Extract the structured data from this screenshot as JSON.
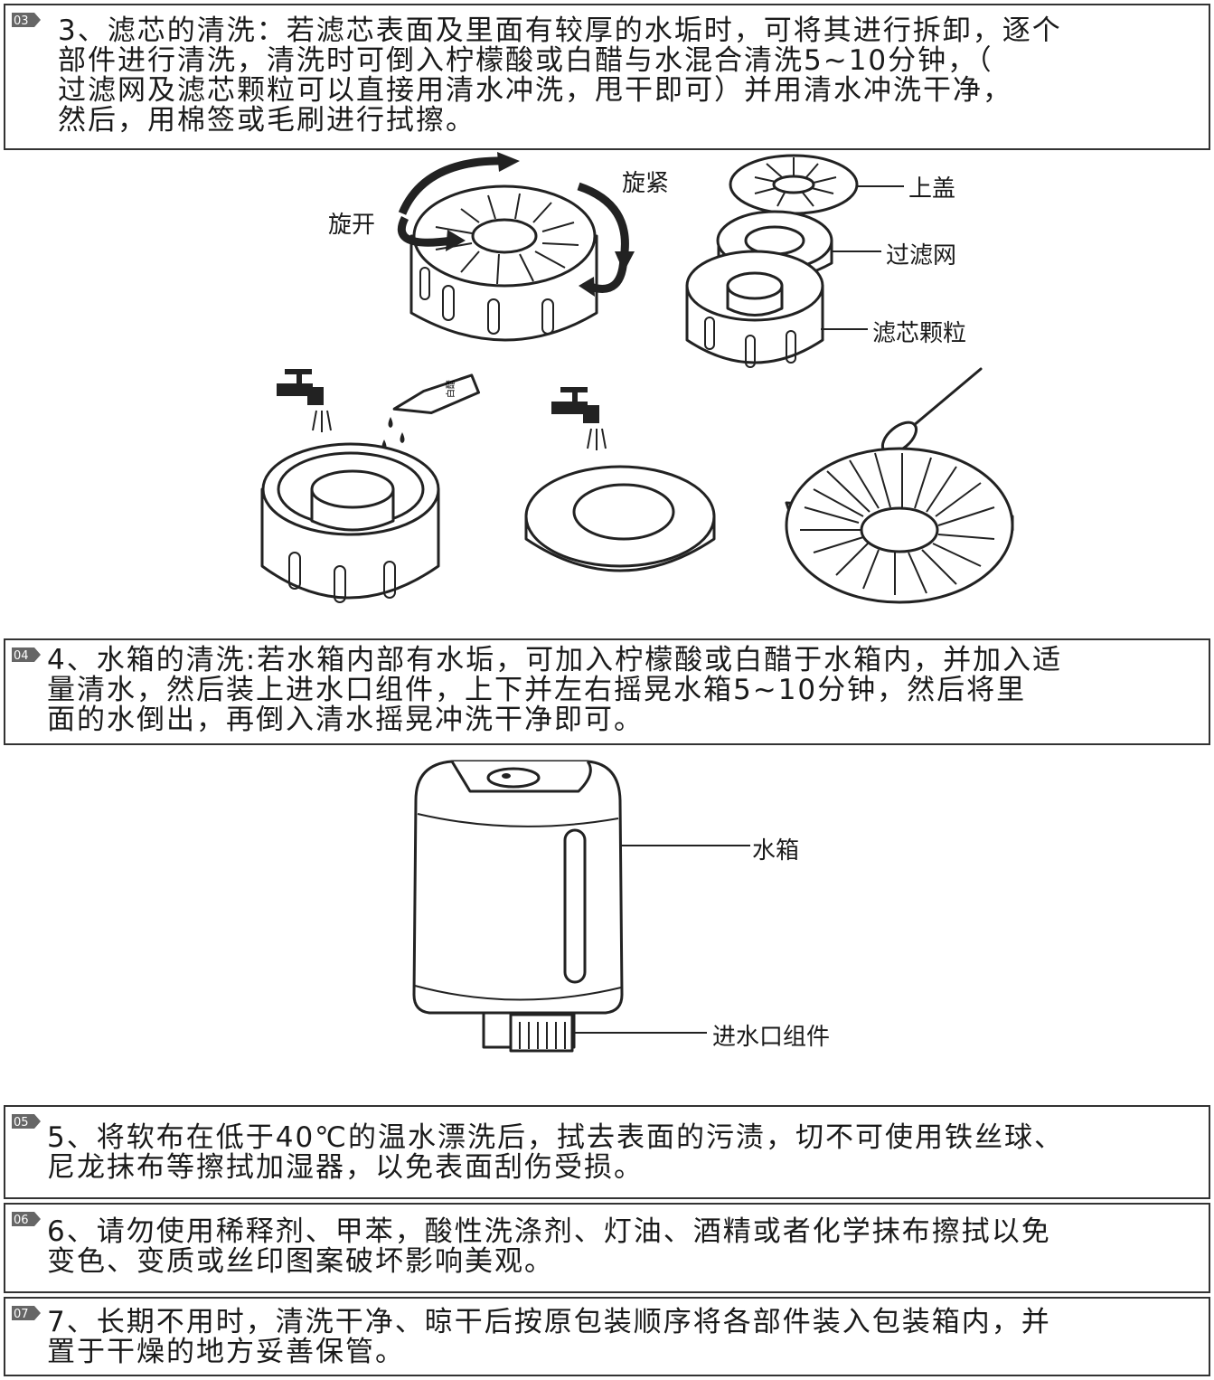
{
  "steps": [
    {
      "badge": "03",
      "text": "3、滤芯的清洗：若滤芯表面及里面有较厚的水垢时，可将其进行拆卸，逐个\n部件进行清洗，清洗时可倒入柠檬酸或白醋与水混合清洗5~10分钟，（\n过滤网及滤芯颗粒可以直接用清水冲洗，甩干即可）并用清水冲洗干净，\n然后，用棉签或毛刷进行拭擦。"
    },
    {
      "badge": "04",
      "text": "4、水箱的清洗:若水箱内部有水垢，可加入柠檬酸或白醋于水箱内，并加入适\n量清水，然后装上进水口组件，上下并左右摇晃水箱5~10分钟，然后将里\n面的水倒出，再倒入清水摇晃冲洗干净即可。"
    },
    {
      "badge": "05",
      "text": "5、将软布在低于40℃的温水漂洗后，拭去表面的污渍，切不可使用铁丝球、\n尼龙抹布等擦拭加湿器，以免表面刮伤受损。"
    },
    {
      "badge": "06",
      "text": "6、请勿使用稀释剂、甲苯，酸性洗涤剂、灯油、酒精或者化学抹布擦拭以免\n变色、变质或丝印图案破坏影响美观。"
    },
    {
      "badge": "07",
      "text": "7、长期不用时，清洗干净、晾干后按原包装顺序将各部件装入包装箱内，并\n置于干燥的地方妥善保管。"
    }
  ],
  "filter_figure": {
    "rotate_open": "旋开",
    "rotate_tight": "旋紧",
    "part_top_cover": "上盖",
    "part_filter_mesh": "过滤网",
    "part_filter_granules": "滤芯颗粒",
    "bottle_label": "白醋"
  },
  "tank_figure": {
    "part_tank": "水箱",
    "part_inlet": "进水口组件"
  }
}
